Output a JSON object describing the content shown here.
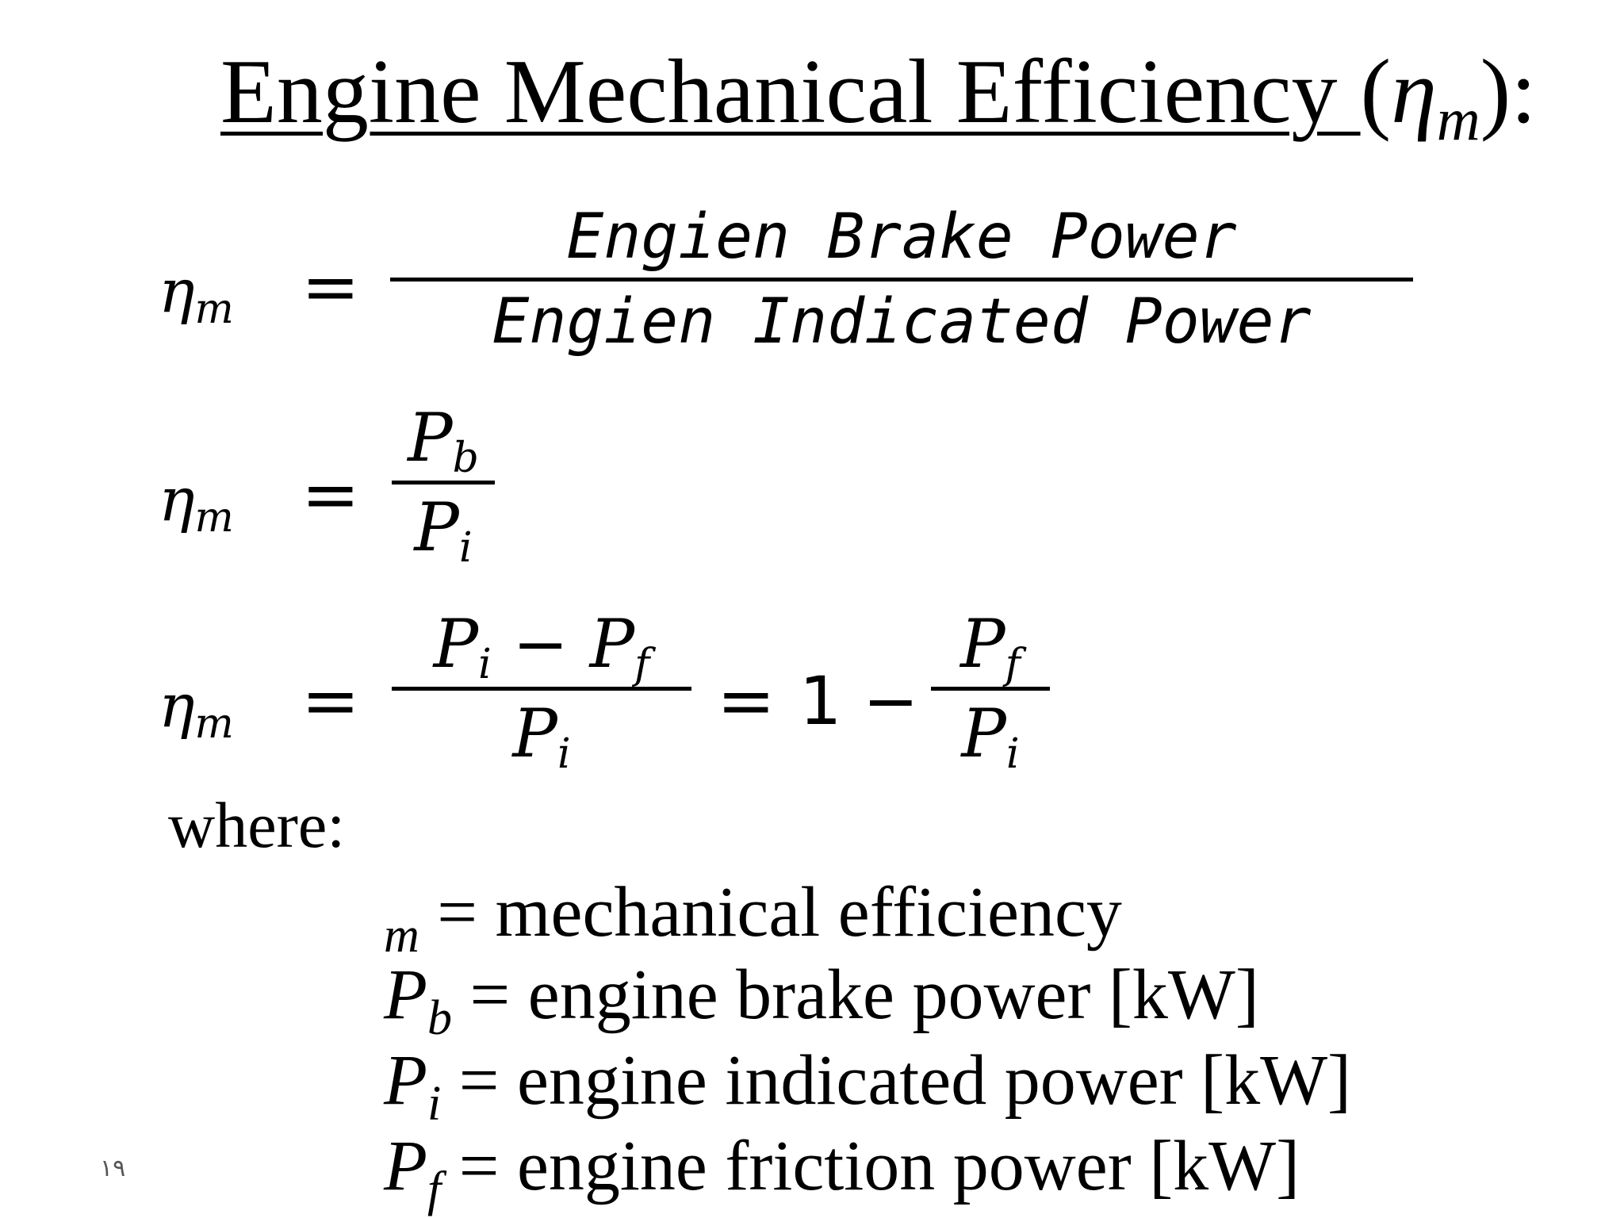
{
  "title": {
    "text": "Engine Mechanical Efficiency ",
    "symbol_open": "(",
    "symbol": "η",
    "symbol_sub": "m",
    "symbol_close": "):"
  },
  "equations": {
    "eq1": {
      "lhs_symbol": "η",
      "lhs_sub": "m",
      "equals": "=",
      "numerator": "Engien Brake Power",
      "denominator": "Engien Indicated Power"
    },
    "eq2": {
      "lhs_symbol": "η",
      "lhs_sub": "m",
      "equals": "=",
      "num_var": "P",
      "num_sub": "b",
      "den_var": "P",
      "den_sub": "i"
    },
    "eq3": {
      "lhs_symbol": "η",
      "lhs_sub": "m",
      "equals": "=",
      "num_a_var": "P",
      "num_a_sub": "i",
      "minus": "−",
      "num_b_var": "P",
      "num_b_sub": "f",
      "den_var": "P",
      "den_sub": "i",
      "equals2": "=",
      "one_minus": "1 −",
      "frac2_num_var": "P",
      "frac2_num_sub": "f",
      "frac2_den_var": "P",
      "frac2_den_sub": "i"
    }
  },
  "where_label": "where:",
  "definitions": [
    {
      "symbol": "",
      "sub": "m",
      "text": " = mechanical efficiency"
    },
    {
      "symbol": "P",
      "sub": "b",
      "text": " = engine brake power [kW]"
    },
    {
      "symbol": "P",
      "sub": "i",
      "text": " = engine indicated power [kW]"
    },
    {
      "symbol": "P",
      "sub": "f",
      "text": " = engine friction power [kW]"
    }
  ],
  "page_number": "١٩"
}
